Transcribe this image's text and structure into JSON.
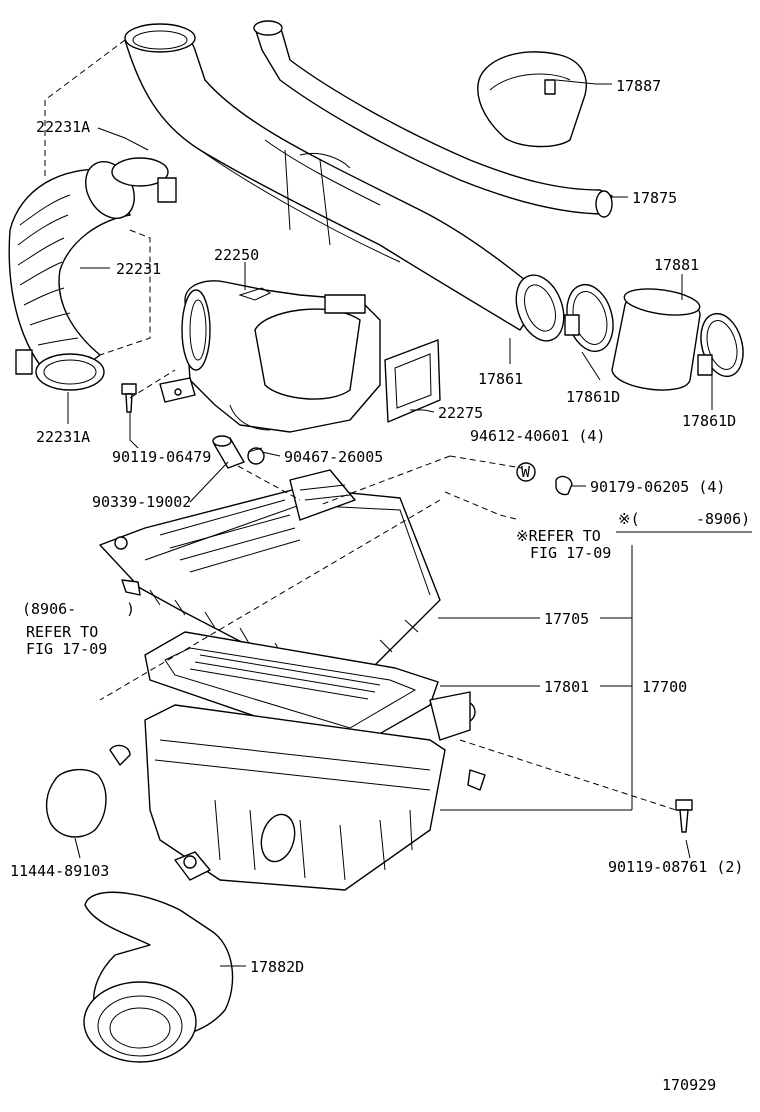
{
  "labels": {
    "p17887": "17887",
    "p17875": "17875",
    "p22231A_top": "22231A",
    "p22231": "22231",
    "p22250": "22250",
    "p17881": "17881",
    "p17861": "17861",
    "p17861D_a": "17861D",
    "p17861D_b": "17861D",
    "p22231A_bot": "22231A",
    "p22275": "22275",
    "p90119_06479": "90119-06479",
    "p90467_26005": "90467-26005",
    "p94612_40601": "94612-40601 (4)",
    "p90339_19002": "90339-19002",
    "p90179_06205": "90179-06205 (4)",
    "note_date_start": "※(",
    "note_date_end": "-8906)",
    "refer_right_1": "※REFER TO",
    "refer_right_2": "FIG 17-09",
    "note_8906_open": "(8906-",
    "note_8906_close": ")",
    "refer_left_1": "REFER TO",
    "refer_left_2": "FIG 17-09",
    "p17705": "17705",
    "p17801": "17801",
    "p17700": "17700",
    "p11444_89103": "11444-89103",
    "p90119_08761": "90119-08761 (2)",
    "p17882D": "17882D",
    "figure_number": "170929",
    "washer_letter": "W"
  }
}
